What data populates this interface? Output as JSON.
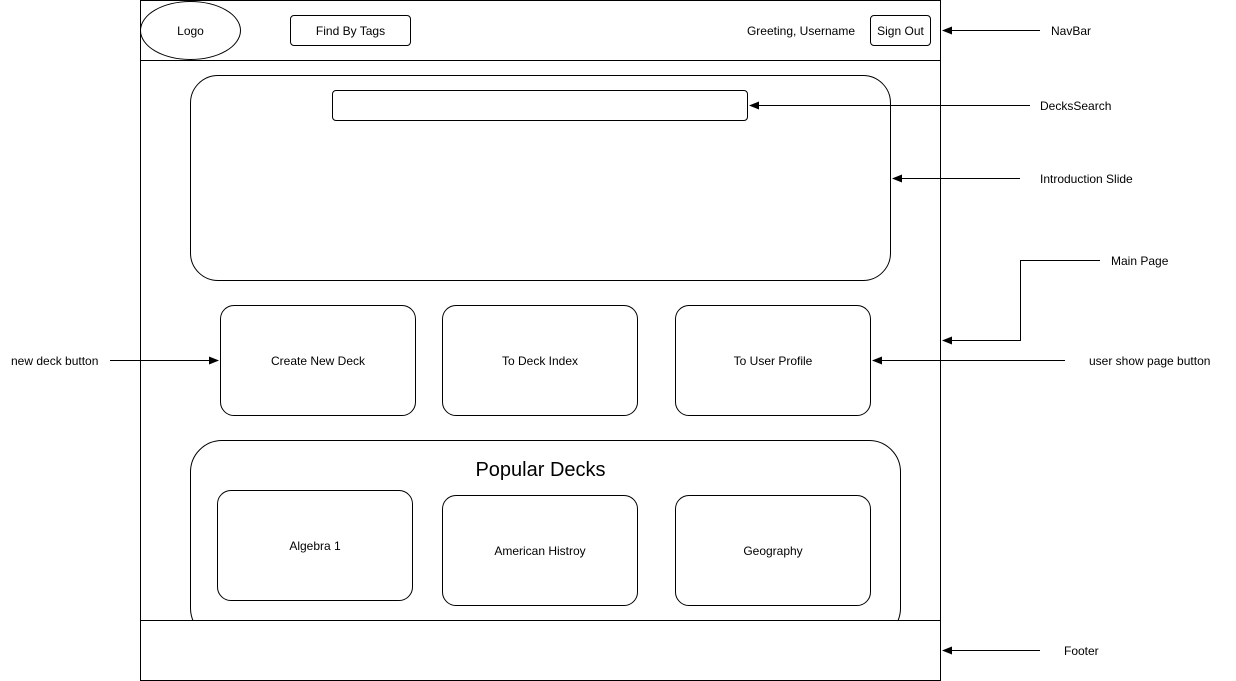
{
  "navbar": {
    "logo": "Logo",
    "find_by_tags": "Find By Tags",
    "greeting": "Greeting, Username",
    "sign_out": "Sign Out"
  },
  "main": {
    "buttons": [
      {
        "label": "Create New Deck"
      },
      {
        "label": "To Deck Index"
      },
      {
        "label": "To User Profile"
      }
    ],
    "popular": {
      "title": "Popular Decks",
      "decks": [
        {
          "label": "Algebra 1"
        },
        {
          "label": "American Histroy"
        },
        {
          "label": "Geography"
        }
      ]
    }
  },
  "annotations": {
    "navbar": "NavBar",
    "decks_search": "DecksSearch",
    "introduction_slide": "Introduction Slide",
    "main_page": "Main Page",
    "new_deck_button": "new deck button",
    "user_show_page_button": "user show page button",
    "footer": "Footer"
  }
}
